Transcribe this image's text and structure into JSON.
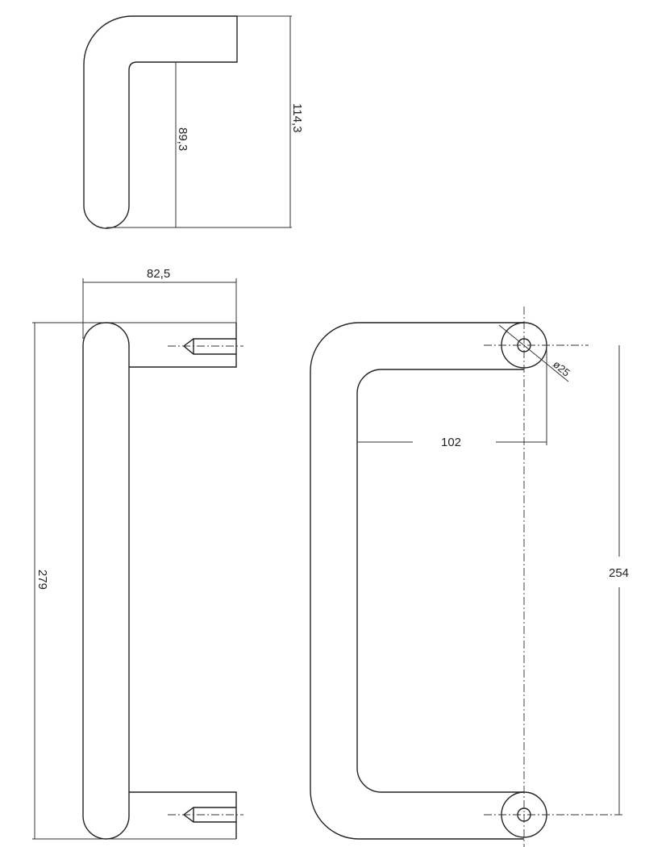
{
  "drawing": {
    "top_view": {
      "height_total": "114,3",
      "height_inner": "89,3"
    },
    "side_view": {
      "depth": "82,5",
      "length": "279"
    },
    "front_view": {
      "center_distance": "254",
      "projection": "102",
      "diameter": "ø25"
    }
  },
  "colors": {
    "line": "#222222",
    "background": "#ffffff"
  }
}
